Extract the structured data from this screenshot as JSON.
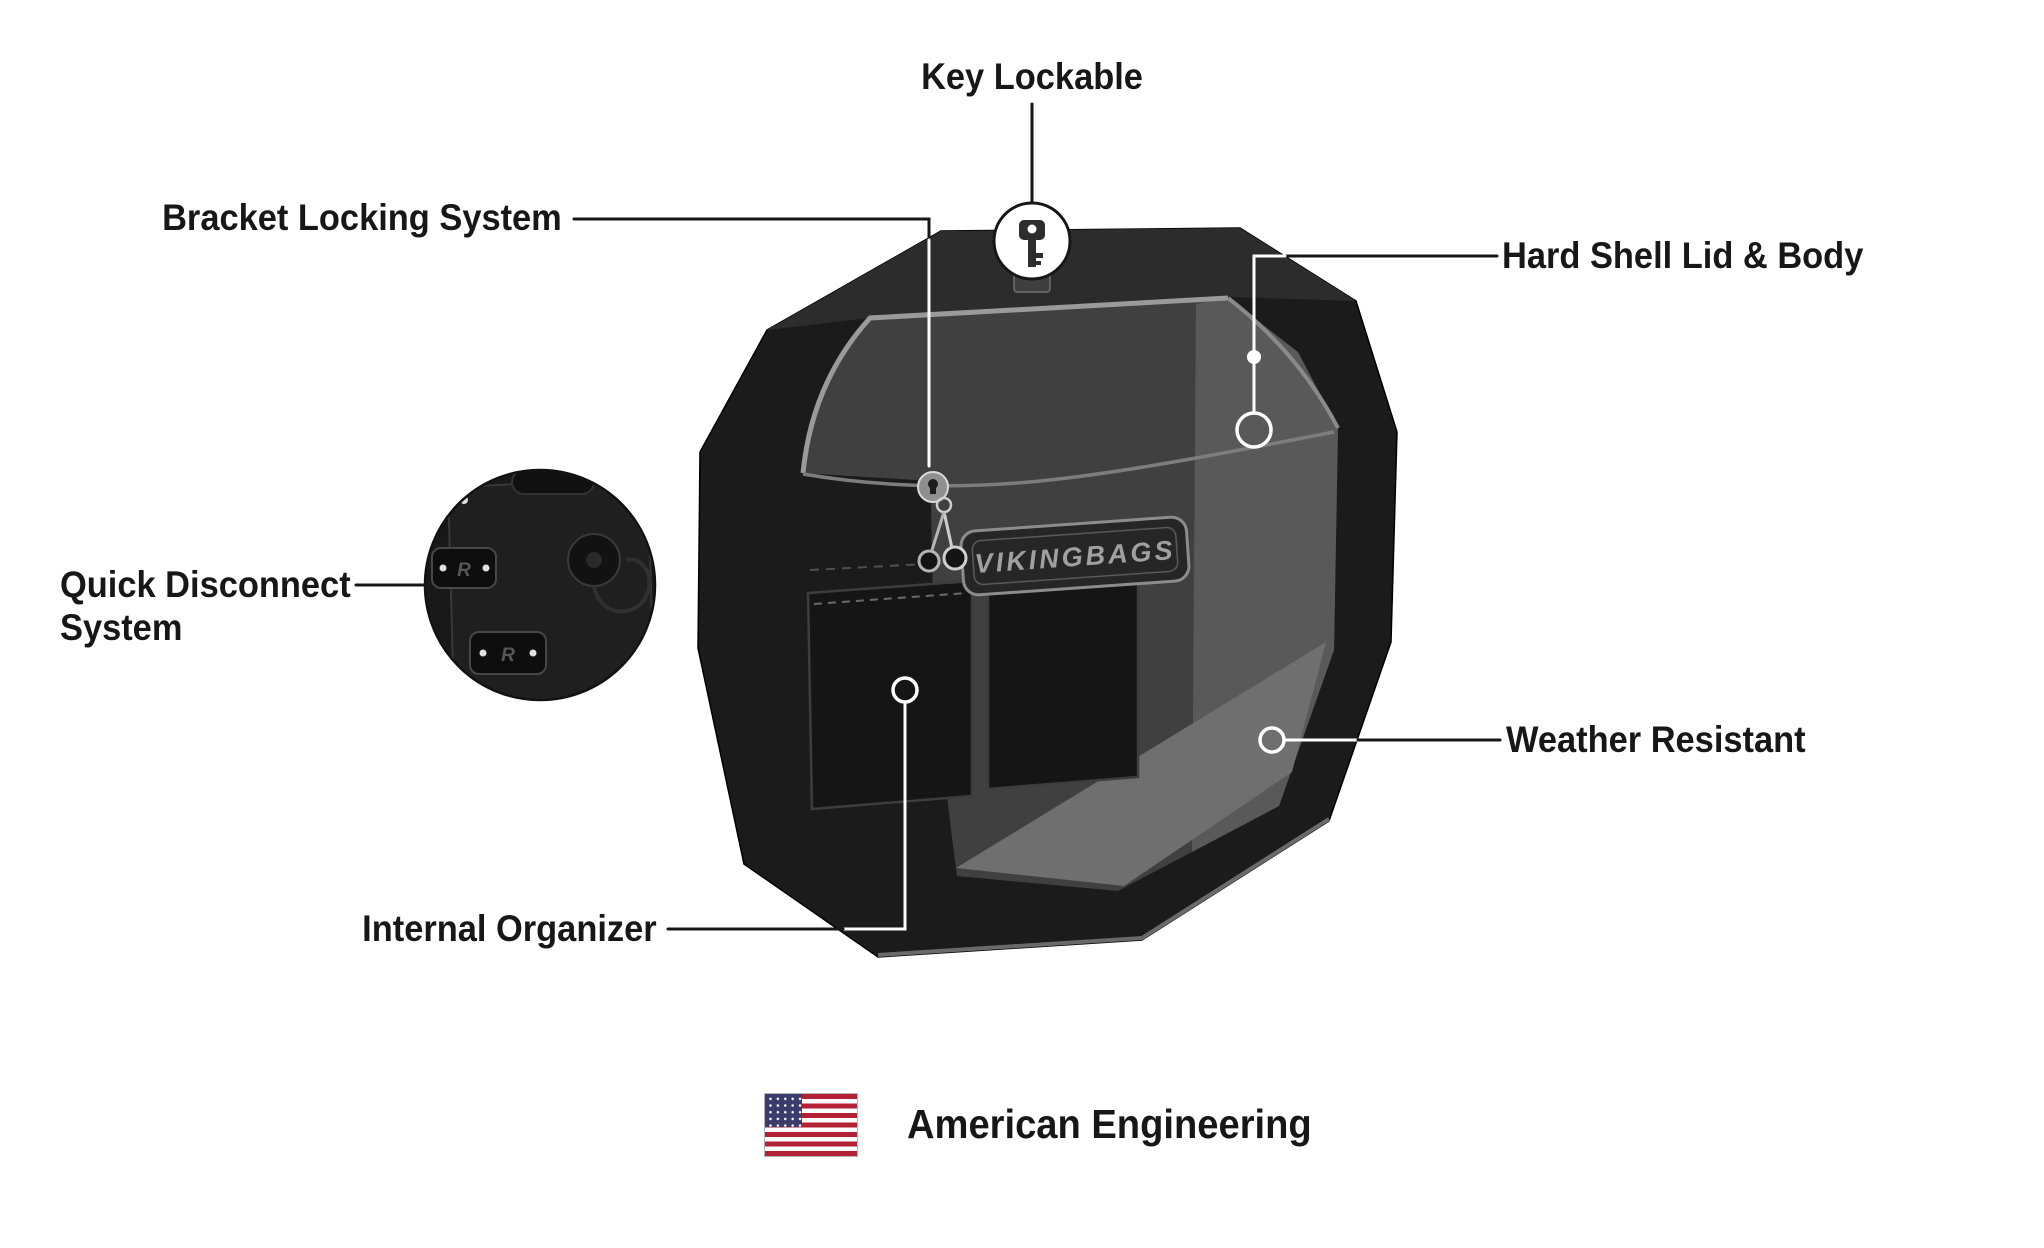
{
  "page": {
    "background": "#ffffff"
  },
  "callouts": {
    "key_lockable": "Key Lockable",
    "bracket_locking_system": "Bracket Locking System",
    "hard_shell_lid_body": "Hard Shell Lid & Body",
    "quick_disconnect_system": "Quick Disconnect System",
    "weather_resistant": "Weather Resistant",
    "internal_organizer": "Internal Organizer"
  },
  "product": {
    "badge_text": "VIKINGBAGS"
  },
  "inset": {
    "clip_mark": "R"
  },
  "footer": {
    "label": "American Engineering"
  },
  "colors": {
    "label": "#171717",
    "line": "#171717",
    "line_on_dark": "#ffffff",
    "bag_body": "#1b1b1b",
    "bag_interior": "#404040",
    "bag_interior_light": "#6f6f6f",
    "flag_red": "#B22234",
    "flag_blue": "#3C3B6E"
  }
}
